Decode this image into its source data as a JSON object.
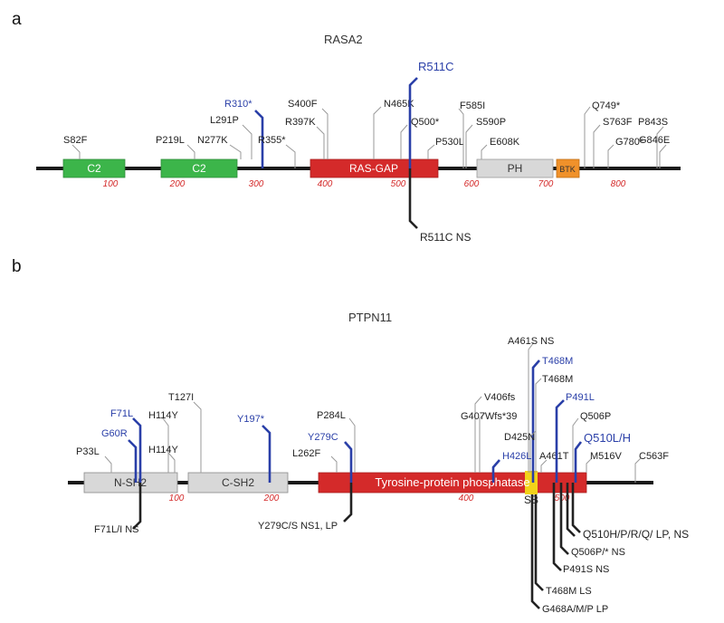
{
  "panels": {
    "a": {
      "letter": "a",
      "title": "RASA2",
      "domains": [
        "C2",
        "C2",
        "RAS-GAP",
        "PH",
        "BTK"
      ],
      "ticks": [
        "100",
        "200",
        "300",
        "400",
        "500",
        "600",
        "700",
        "800"
      ],
      "mutations_above": [
        "S82F",
        "P219L",
        "N277K",
        "L291P",
        "R310*",
        "R355*",
        "R397K",
        "S400F",
        "N465K",
        "Q500*",
        "R511C",
        "P530L",
        "F585I",
        "S590P",
        "E608K",
        "Q749*",
        "S763F",
        "G780*",
        "P843S",
        "G846E"
      ],
      "mutations_below": [
        "R511C NS"
      ]
    },
    "b": {
      "letter": "b",
      "title": "PTPN11",
      "domains": [
        "N-SH2",
        "C-SH2",
        "Tyrosine-protein phosphatase"
      ],
      "site_label": "SB",
      "ticks": [
        "100",
        "200",
        "400",
        "500"
      ],
      "mutations_above": [
        "P33L",
        "G60R",
        "F71L",
        "H114Y",
        "H114Y",
        "T127I",
        "Y197*",
        "L262F",
        "Y279C",
        "P284L",
        "V406fs",
        "G407Wfs*39",
        "A461S NS",
        "T468M",
        "T468M",
        "D425N",
        "H426L",
        "A461T",
        "P491L",
        "Q506P",
        "Q510L/H",
        "M516V",
        "C563F"
      ],
      "mutations_below": [
        "F71L/I NS",
        "Y279C/S NS1, LP",
        "Q510H/P/R/Q/ LP, NS",
        "Q506P/* NS",
        "P491S NS",
        "T468M LS",
        "G468A/M/P LP"
      ]
    }
  },
  "colors": {
    "domain_green": "#3cb54a",
    "domain_red": "#d42a2a",
    "domain_gray": "#d8d8d8",
    "domain_orange": "#f0912a",
    "site_yellow": "#f2d21a",
    "highlight_blue": "#2a3fa8",
    "tick_red": "#d42a2a"
  }
}
